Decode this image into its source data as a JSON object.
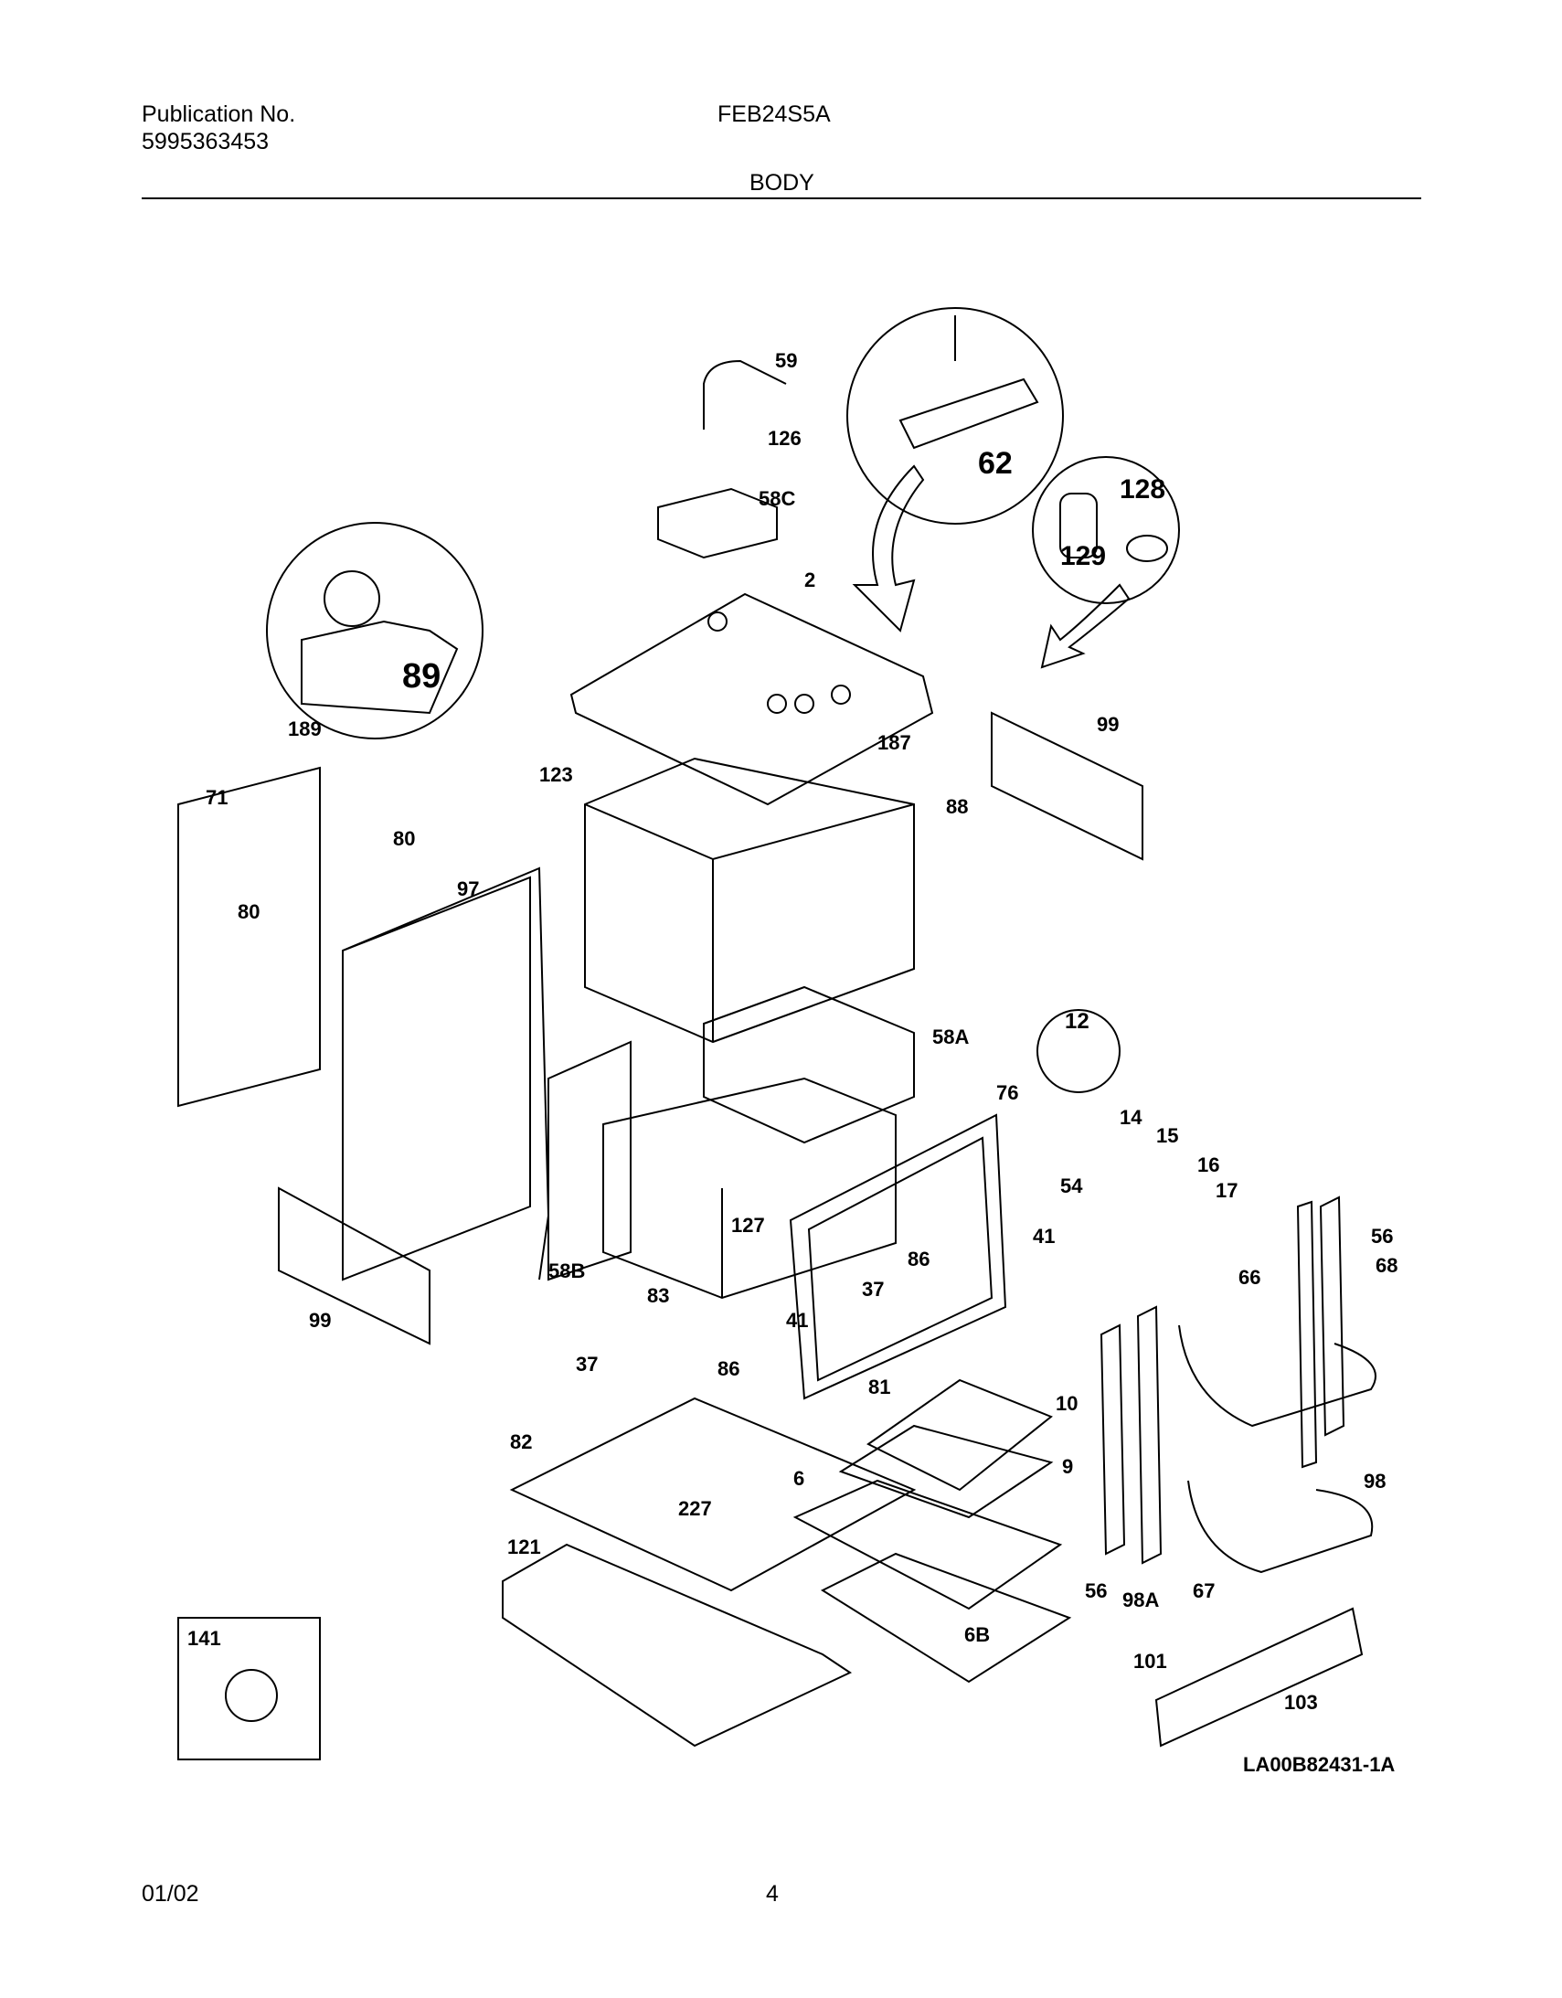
{
  "header": {
    "publication_label": "Publication No.",
    "publication_number": "5995363453",
    "model": "FEB24S5A",
    "section": "BODY"
  },
  "footer": {
    "date": "01/02",
    "page": "4"
  },
  "diagram": {
    "drawing_id": "LA00B82431-1A",
    "callouts": {
      "c59": "59",
      "c126": "126",
      "c58C": "58C",
      "c62": "62",
      "c128": "128",
      "c129": "129",
      "c89": "89",
      "c2": "2",
      "c187": "187",
      "c99a": "99",
      "c88": "88",
      "c189": "189",
      "c71": "71",
      "c80a": "80",
      "c80b": "80",
      "c97": "97",
      "c123": "123",
      "c58A": "58A",
      "c12": "12",
      "c76": "76",
      "c14": "14",
      "c15": "15",
      "c16": "16",
      "c17": "17",
      "c54": "54",
      "c58B": "58B",
      "c127": "127",
      "c83": "83",
      "c86a": "86",
      "c41a": "41",
      "c37a": "37",
      "c86b": "86",
      "c41b": "41",
      "c37b": "37",
      "c99b": "99",
      "c56a": "56",
      "c68": "68",
      "c66": "66",
      "c81": "81",
      "c10": "10",
      "c9": "9",
      "c82": "82",
      "c6": "6",
      "c227": "227",
      "c121": "121",
      "c98": "98",
      "c56b": "56",
      "c98A": "98A",
      "c67": "67",
      "c6B": "6B",
      "c141": "141",
      "c101": "101",
      "c103": "103"
    }
  }
}
